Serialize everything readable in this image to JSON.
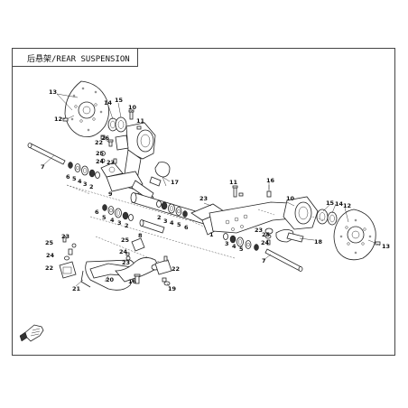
{
  "title": "后悬架/REAR SUSPENSION",
  "callouts": {
    "c13a": "13",
    "c12a": "12",
    "c14a": "14",
    "c15a": "15",
    "c10a": "10",
    "c11a": "11",
    "c26": "26",
    "c22a": "22",
    "c25a": "25",
    "c24a": "24",
    "c23a": "23",
    "c17": "17",
    "c7a": "7",
    "c6a": "6",
    "c5a": "5",
    "c4a": "4",
    "c3a": "3",
    "c2a": "2",
    "c9": "9",
    "c6b": "6",
    "c5b": "5",
    "c4b": "4",
    "c3b": "3",
    "c2b": "2",
    "c8": "8",
    "c25b": "25",
    "c24b": "24",
    "c23b": "23",
    "c1": "1",
    "c11b": "11",
    "c16a": "16",
    "c10b": "10",
    "c15b": "15",
    "c14b": "14",
    "c12b": "12",
    "c23c": "23",
    "c25c": "25",
    "c24c": "24",
    "c18": "18",
    "c13b": "13",
    "c2c": "2",
    "c3c": "3",
    "c4c": "4",
    "c5c": "5",
    "c6c": "6",
    "c7b": "7",
    "c3d": "3",
    "c4d": "4",
    "c5d": "5",
    "c23d": "23",
    "c25d": "25",
    "c24d": "24",
    "c22b": "22",
    "c21": "21",
    "c20": "20",
    "c16b": "16",
    "c19": "19",
    "c22c": "22",
    "c23e": "23"
  },
  "icons": {
    "corner": "pointer-hand-icon"
  }
}
